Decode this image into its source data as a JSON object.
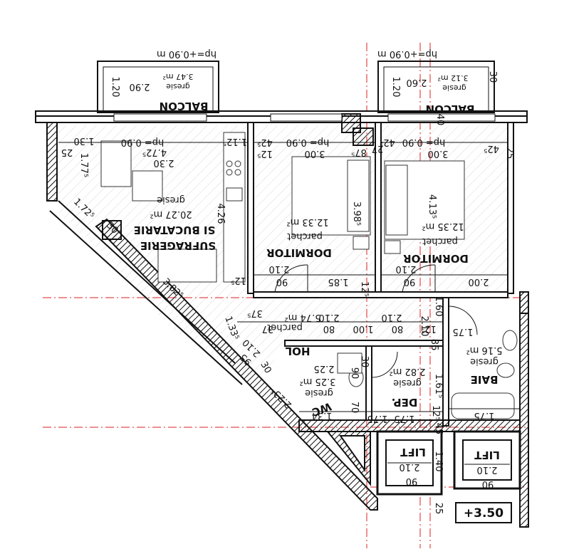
{
  "plan": {
    "level_badge": "+3.50",
    "rooms": {
      "living": {
        "name_line1": "SUFRAGERIE",
        "name_line2": "SI BUCATARIE",
        "area": "20.27 m²",
        "floor": "gresie",
        "w": "2.30",
        "d": "4.72⁵",
        "h": "4.26"
      },
      "bed1": {
        "name": "DORMITOR",
        "area": "12.33 m²",
        "floor": "parchet",
        "w": "3.00",
        "d": "3.98⁵"
      },
      "bed2": {
        "name": "DORMITOR",
        "area": "12.35 m²",
        "floor": "parchet",
        "w": "3.00",
        "d": "4.13⁵"
      },
      "balcony1": {
        "name": "BALCON",
        "area": "3.47 m²",
        "floor": "gresie",
        "w": "2.90",
        "d": "1.20"
      },
      "balcony2": {
        "name": "BALCON",
        "area": "3.12 m²",
        "floor": "gresie",
        "w": "2.60",
        "d": "1.20"
      },
      "hall": {
        "name": "HOL",
        "area": "5.74 m²",
        "floor": "parchet",
        "w": "2.10",
        "d": "2.10"
      },
      "bath": {
        "name": "BAIE",
        "area": "5.16 m²",
        "floor": "gresie",
        "w": "1.75"
      },
      "wc": {
        "name": "WC",
        "area": "3.25 m²",
        "floor": "gresie",
        "w": "2.25"
      },
      "storage": {
        "name": "DEP.",
        "area": "2.82 m²",
        "floor": "gresie",
        "w": "1.75",
        "d": "1.61⁵"
      },
      "lift1": {
        "name": "LIFT",
        "w": "2.10",
        "d": "90"
      },
      "lift2": {
        "name": "LIFT",
        "w": "2.10",
        "d": "90"
      }
    },
    "dimensions": {
      "hp_balcony1": "hp=+0.90 m",
      "hp_balcony2": "hp=+0.90 m",
      "hp_window1": "hp= 0.90",
      "hp_window2": "hp= 0.90",
      "hp_window3": "hp= 0.90",
      "d_1_30": "1.30",
      "d_1_77": "1.77⁵",
      "d_25a": "25",
      "d_1_12": "1.12⁵",
      "d_42a": "42⁵",
      "d_12a": "12⁵",
      "d_87": "87⁵",
      "d_27": "27",
      "d_42b": "42⁵",
      "d_42c": "42⁵",
      "d_25b": "25",
      "d_40": "40",
      "d_30": "30",
      "d_1_72": "1.72⁵",
      "d_3_82": "3.82⁵",
      "d_30b": "30",
      "d_12b": "12⁵",
      "d_2_10a": "2.10",
      "d_90a": "90",
      "d_1_85": "1.85",
      "d_12c": "12⁵",
      "d_2_10b": "2.10",
      "d_90b": "90",
      "d_2_00": "2.00",
      "d_37a": "37⁵",
      "d_37b": "37",
      "d_80a": "80",
      "d_1_00": "1.00",
      "d_80b": "80",
      "d_12d": "12⁵",
      "d_1_60": "1.60",
      "d_2_10c": "2.10",
      "d_86": "86",
      "d_1_33": "1.33⁵",
      "d_2_10d": "2.10",
      "d_95": "95",
      "d_30c": "30",
      "d_90c": "90",
      "d_2_23": "2.23⁵",
      "d_1_34": "1.34",
      "d_70": "70",
      "d_1_75b": "1.75",
      "d_12e": "12⁵",
      "d_45": "45",
      "d_1_40": "1.40",
      "d_25c": "25",
      "d_30d": "30"
    }
  }
}
